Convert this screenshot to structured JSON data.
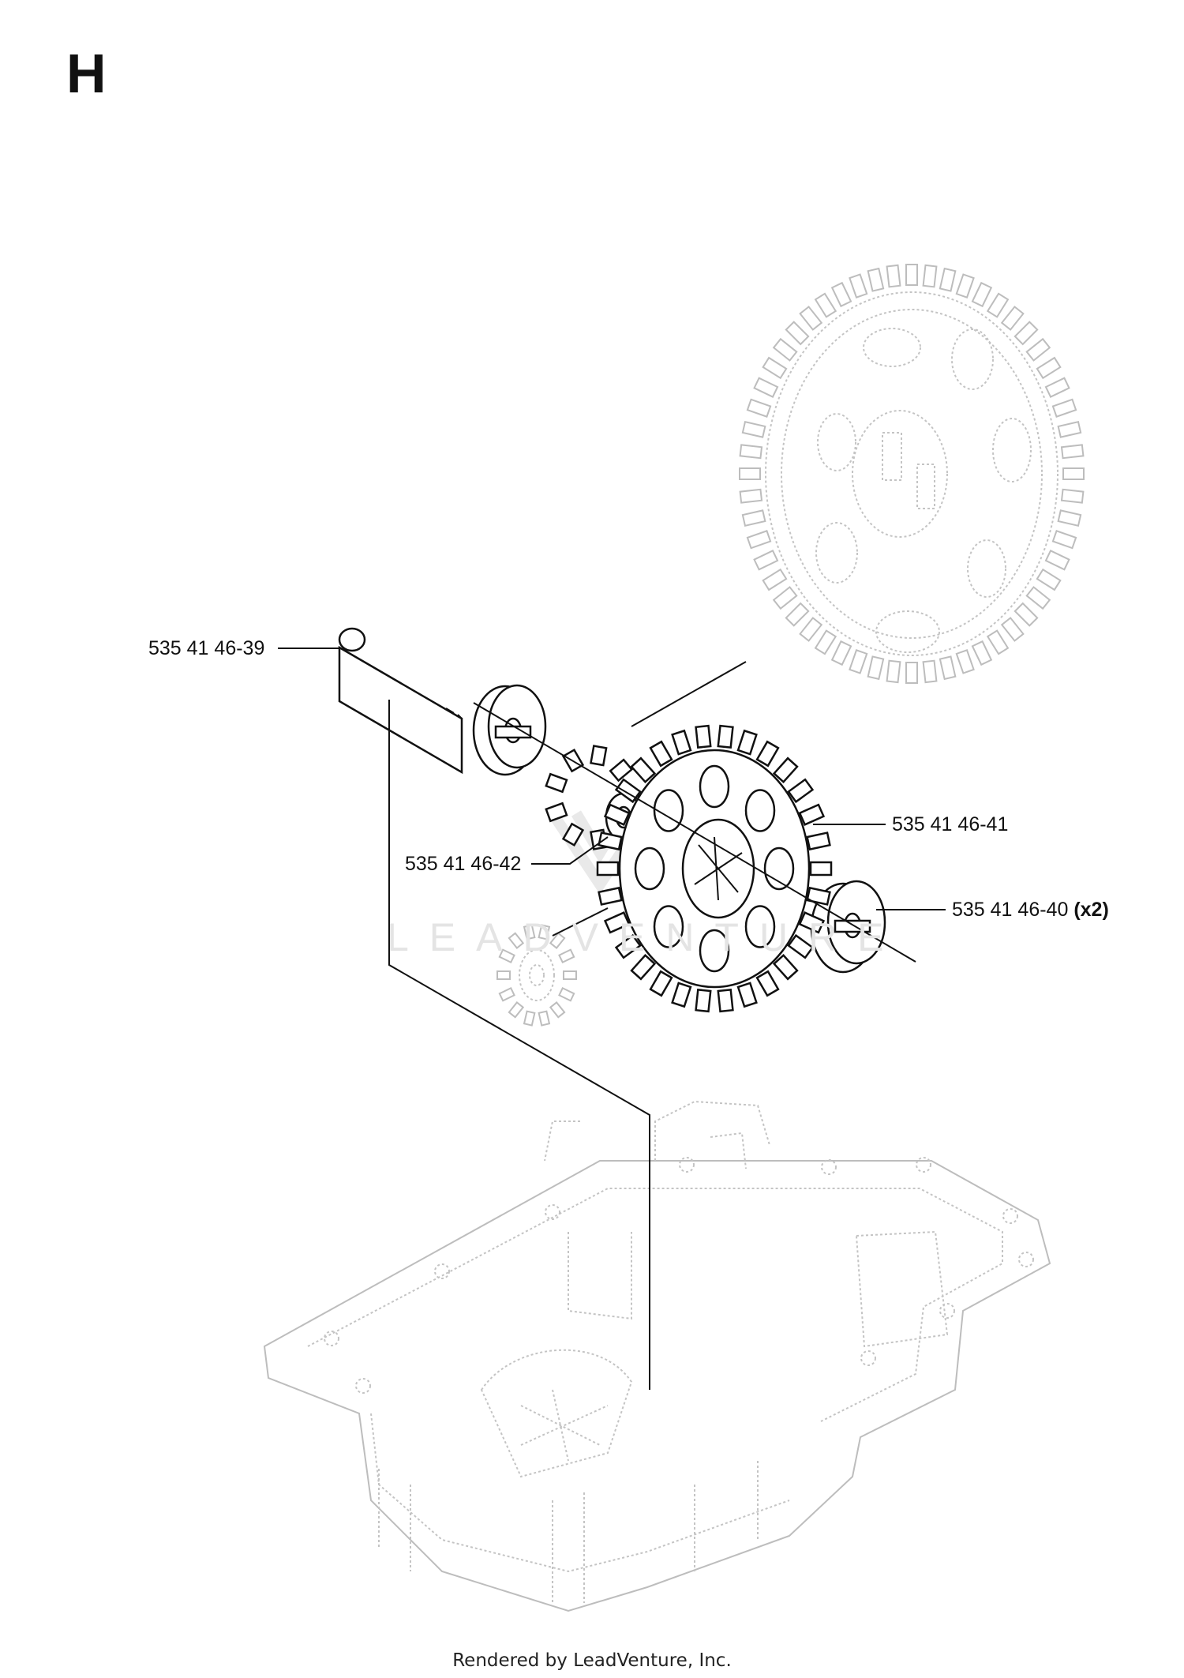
{
  "diagram": {
    "section_letter": "H",
    "parts": [
      {
        "part_number": "535 41 46-39",
        "quantity": ""
      },
      {
        "part_number": "535 41 46-42",
        "quantity": ""
      },
      {
        "part_number": "535 41 46-41",
        "quantity": ""
      },
      {
        "part_number": "535 41 46-40",
        "quantity": "(x2)"
      }
    ],
    "watermark": "LEADVENTURE",
    "footer": "Rendered by LeadVenture, Inc."
  }
}
